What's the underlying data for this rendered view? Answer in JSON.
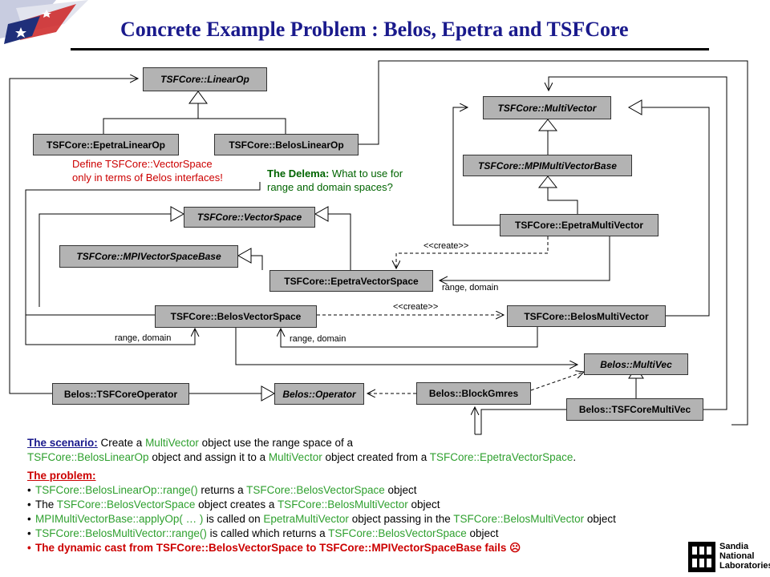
{
  "title": "Concrete Example Problem : Belos, Epetra and TSFCore",
  "classes": {
    "linear_op": "TSFCore::LinearOp",
    "epetra_linear_op": "TSFCore::EpetraLinearOp",
    "belos_linear_op": "TSFCore::BelosLinearOp",
    "multi_vector": "TSFCore::MultiVector",
    "mpi_multi_vector_base": "TSFCore::MPIMultiVectorBase",
    "epetra_multi_vector": "TSFCore::EpetraMultiVector",
    "vector_space": "TSFCore::VectorSpace",
    "mpi_vector_space_base": "TSFCore::MPIVectorSpaceBase",
    "epetra_vector_space": "TSFCore::EpetraVectorSpace",
    "belos_vector_space": "TSFCore::BelosVectorSpace",
    "belos_multi_vector": "TSFCore::BelosMultiVector",
    "multi_vec": "Belos::MultiVec",
    "tsfcore_operator": "Belos::TSFCoreOperator",
    "operator": "Belos::Operator",
    "block_gmres": "Belos::BlockGmres",
    "tsfcore_multi_vec": "Belos::TSFCoreMultiVec"
  },
  "labels": {
    "create_1": "<<create>>",
    "create_2": "<<create>>",
    "range_domain_1": "range, domain",
    "range_domain_2": "range, domain",
    "range_domain_3": "range, domain"
  },
  "notes": {
    "define_line1": "Define TSFCore::VectorSpace",
    "define_line2": "only in terms of Belos interfaces!",
    "dilemma_prefix": "The Delema:",
    "dilemma_rest": "  What to use for",
    "dilemma_line2": "range and domain spaces?"
  },
  "scenario": {
    "heading": "The scenario:",
    "t1": "  Create a ",
    "t2": "MultiVector",
    "t3": " object use the range space of a",
    "t4": "TSFCore::BelosLinearOp",
    "t5": " object and assign it to a ",
    "t6": "MultiVector",
    "t7": " object created from a ",
    "t8": "TSFCore::EpetraVectorSpace",
    "t9": "."
  },
  "problem": {
    "heading": "The problem:",
    "b1": {
      "a": "TSFCore::BelosLinearOp::range()",
      "b": " returns a ",
      "c": "TSFCore::BelosVectorSpace",
      "d": " object"
    },
    "b2": {
      "a": "The ",
      "b": "TSFCore::BelosVectorSpace",
      "c": " object creates a ",
      "d": "TSFCore::BelosMultiVector",
      "e": " object"
    },
    "b3": {
      "a": "MPIMultiVectorBase::applyOp( … )",
      "b": " is called on ",
      "c": "EpetraMultiVector",
      "d": " object passing in the ",
      "e": "TSFCore::BelosMultiVector",
      "f": " object"
    },
    "b4": {
      "a": "TSFCore::BelosMultiVector::range()",
      "b": " is called which returns a ",
      "c": "TSFCore::BelosVectorSpace",
      "d": " object"
    },
    "b5": "The dynamic cast from TSFCore::BelosVectorSpace to TSFCore::MPIVectorSpaceBase fails ☹"
  },
  "logo": {
    "line1": "Sandia",
    "line2": "National",
    "line3": "Laboratories"
  },
  "colors": {
    "title": "#1a1a8c",
    "note_red": "#cc0000",
    "class_green": "#2fa02f",
    "box_fill": "#b3b3b3"
  }
}
